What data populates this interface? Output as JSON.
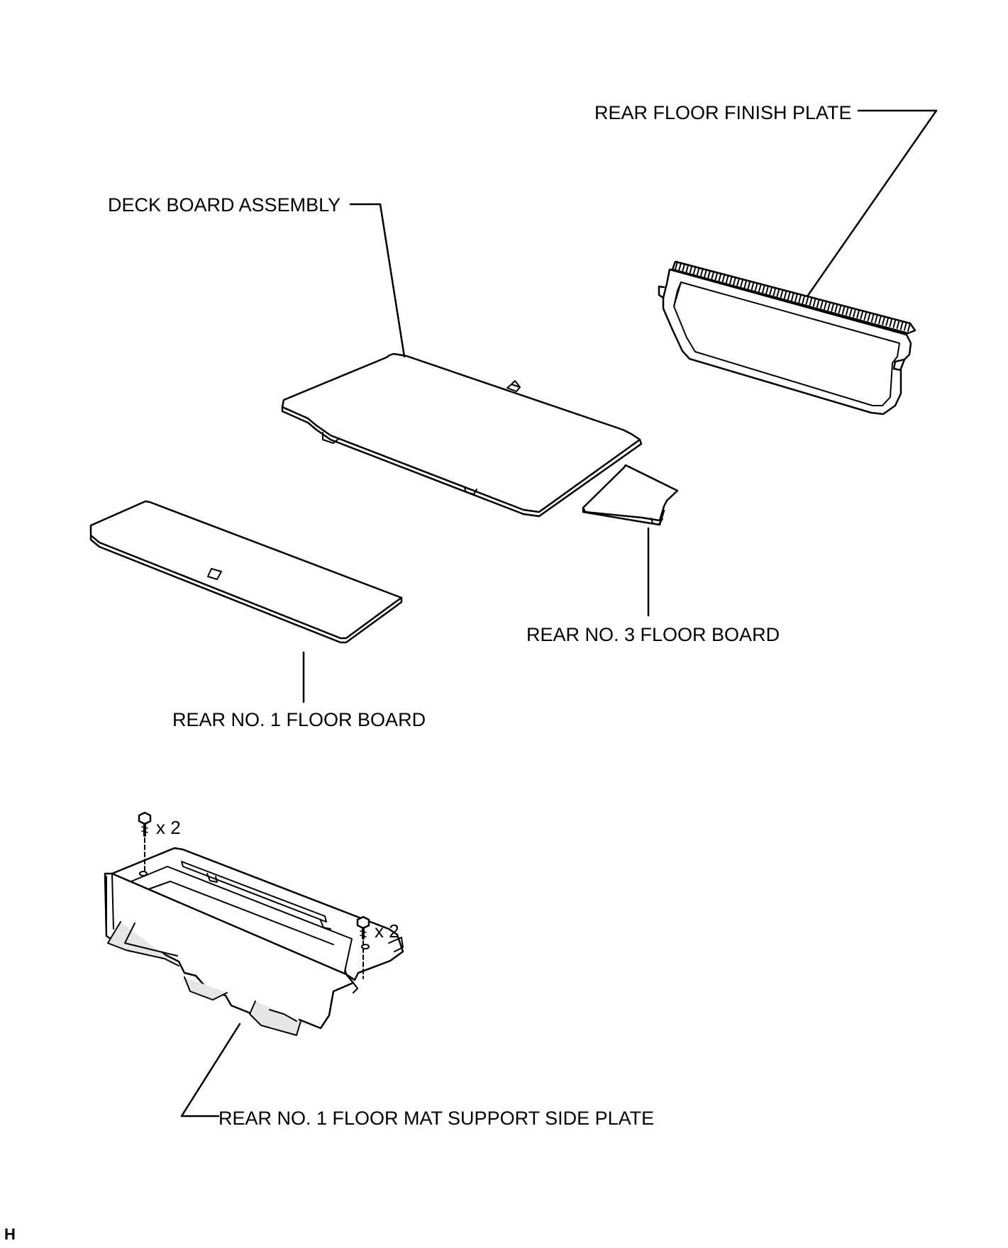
{
  "labels": {
    "rear_floor_finish_plate": "REAR FLOOR FINISH PLATE",
    "deck_board_assembly": "DECK BOARD ASSEMBLY",
    "rear_no3_floor_board": "REAR NO. 3 FLOOR BOARD",
    "rear_no1_floor_board": "REAR NO. 1 FLOOR BOARD",
    "rear_no1_floor_mat_support_side_plate": "REAR NO. 1 FLOOR MAT SUPPORT SIDE PLATE"
  },
  "fasteners": [
    {
      "qty_label": "x 2"
    },
    {
      "qty_label": "x 2"
    }
  ],
  "illustration_code": "H",
  "colors": {
    "ink": "#000000",
    "paper": "#ffffff",
    "shade": "#e6e6e6"
  }
}
